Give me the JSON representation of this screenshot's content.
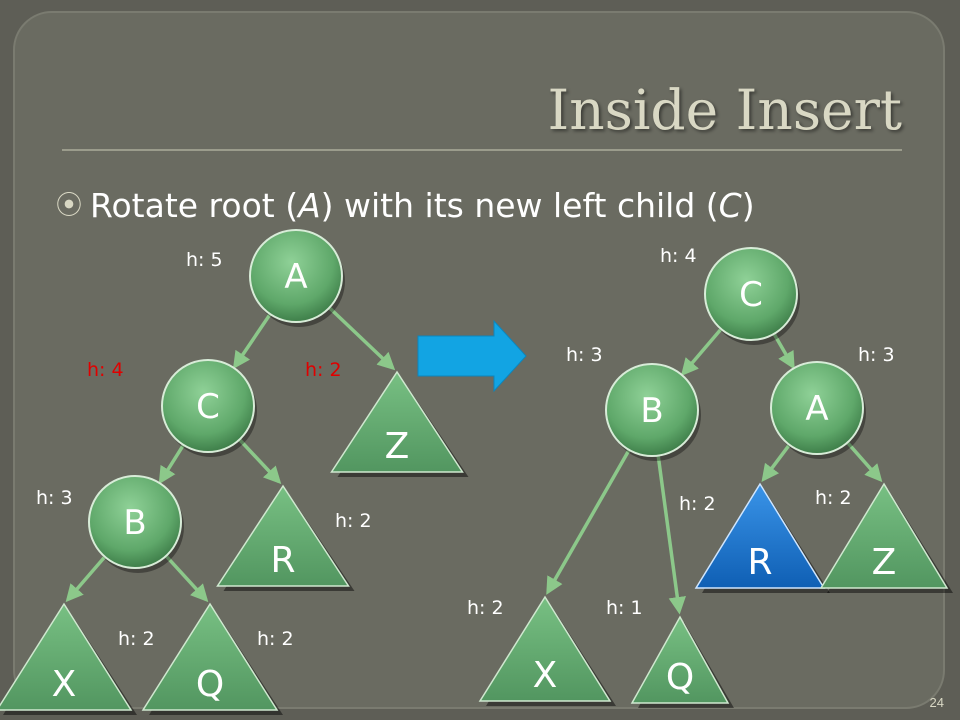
{
  "slide": {
    "title": "Inside Insert",
    "bullet": {
      "parts": [
        "Rotate root (",
        "A",
        ") with its new left child (",
        "C",
        ")"
      ]
    },
    "page_number": "24"
  },
  "colors": {
    "background": "#5e5e56",
    "frame_panel": "#6a6b61",
    "node_green": "#5fa86a",
    "edge": "#8cc88a",
    "highlight_blue": "#1f78cf",
    "arrow_blue": "#12a4e3",
    "emphasis_red": "#e00000",
    "label_white": "#ffffff"
  },
  "diagram": {
    "before": {
      "nodes": [
        {
          "id": "A",
          "label": "A"
        },
        {
          "id": "C",
          "label": "C"
        },
        {
          "id": "B",
          "label": "B"
        }
      ],
      "subtrees": [
        {
          "id": "Z",
          "label": "Z"
        },
        {
          "id": "R",
          "label": "R"
        },
        {
          "id": "X",
          "label": "X"
        },
        {
          "id": "Q",
          "label": "Q"
        }
      ],
      "heights": [
        {
          "id": "A",
          "text": "h: 5",
          "emphasis": false
        },
        {
          "id": "C",
          "text": "h: 4",
          "emphasis": true
        },
        {
          "id": "Z",
          "text": "h: 2",
          "emphasis": true
        },
        {
          "id": "B",
          "text": "h: 3",
          "emphasis": false
        },
        {
          "id": "R",
          "text": "h: 2",
          "emphasis": false
        },
        {
          "id": "X",
          "text": "h: 2",
          "emphasis": false
        },
        {
          "id": "Q",
          "text": "h: 2",
          "emphasis": false
        }
      ]
    },
    "after": {
      "nodes": [
        {
          "id": "C",
          "label": "C"
        },
        {
          "id": "B",
          "label": "B"
        },
        {
          "id": "A",
          "label": "A"
        }
      ],
      "subtrees": [
        {
          "id": "X",
          "label": "X"
        },
        {
          "id": "Q",
          "label": "Q"
        },
        {
          "id": "R",
          "label": "R",
          "highlight": true
        },
        {
          "id": "Z",
          "label": "Z"
        }
      ],
      "heights": [
        {
          "id": "C",
          "text": "h: 4"
        },
        {
          "id": "B",
          "text": "h: 3"
        },
        {
          "id": "A",
          "text": "h: 3"
        },
        {
          "id": "R",
          "text": "h: 2"
        },
        {
          "id": "Z",
          "text": "h: 2"
        },
        {
          "id": "X",
          "text": "h: 2"
        },
        {
          "id": "Q",
          "text": "h: 1"
        }
      ]
    },
    "transition_arrow_icon": "right-arrow-icon"
  }
}
